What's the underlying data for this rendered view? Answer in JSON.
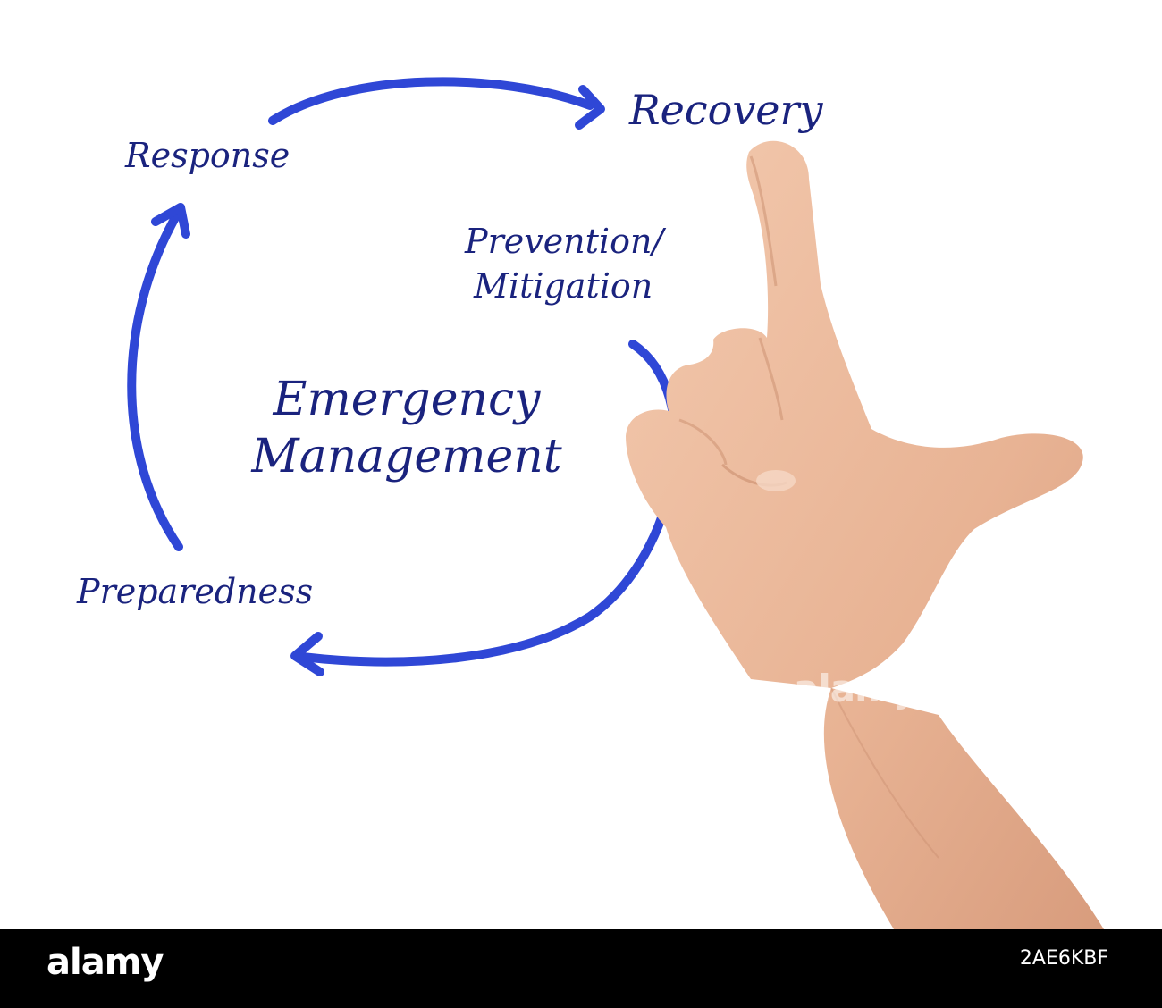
{
  "diagram": {
    "title_line1": "Emergency",
    "title_line2": "Management",
    "stages": {
      "response": "Response",
      "recovery": "Recovery",
      "prevention_line1": "Prevention/",
      "prevention_line2": "Mitigation",
      "preparedness": "Preparedness"
    },
    "arrow_color": "#2f47d6",
    "text_color": "#1a237e"
  },
  "photo": {
    "subject": "hand pointing at diagram",
    "skin_color": "#e9b79a",
    "watermark": "alamy"
  },
  "footer": {
    "brand": "alamy",
    "image_id": "2AE6KBF"
  }
}
